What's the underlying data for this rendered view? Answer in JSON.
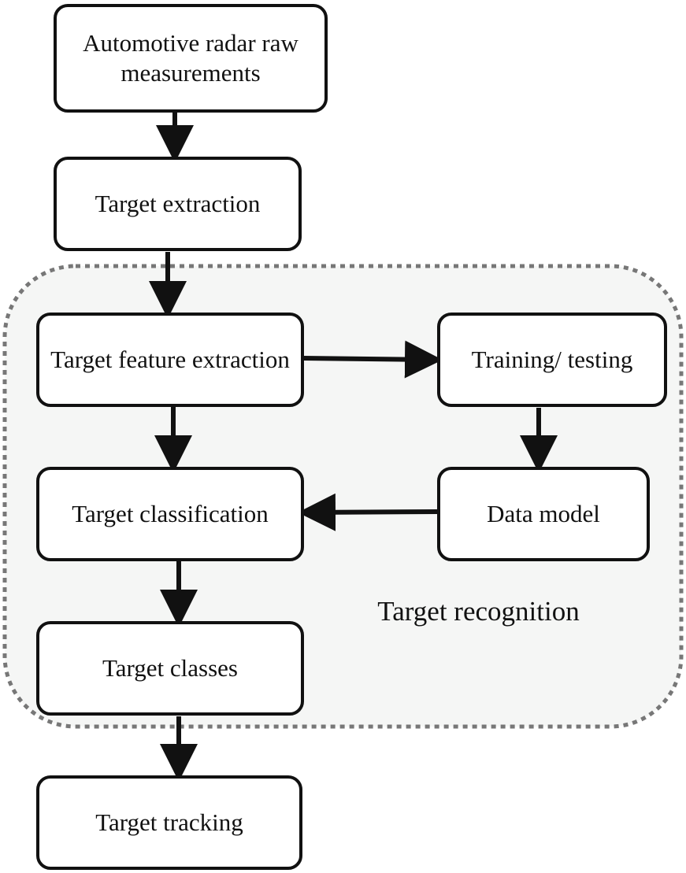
{
  "nodes": {
    "raw": "Automotive radar raw measurements",
    "extract": "Target extraction",
    "feature": "Target feature extraction",
    "train": "Training/ testing",
    "classify": "Target classification",
    "model": "Data model",
    "classes": "Target classes",
    "tracking": "Target tracking"
  },
  "region": {
    "label": "Target recognition"
  },
  "colors": {
    "stroke": "#111111",
    "region_fill": "#f5f6f5",
    "region_border": "#777777"
  }
}
